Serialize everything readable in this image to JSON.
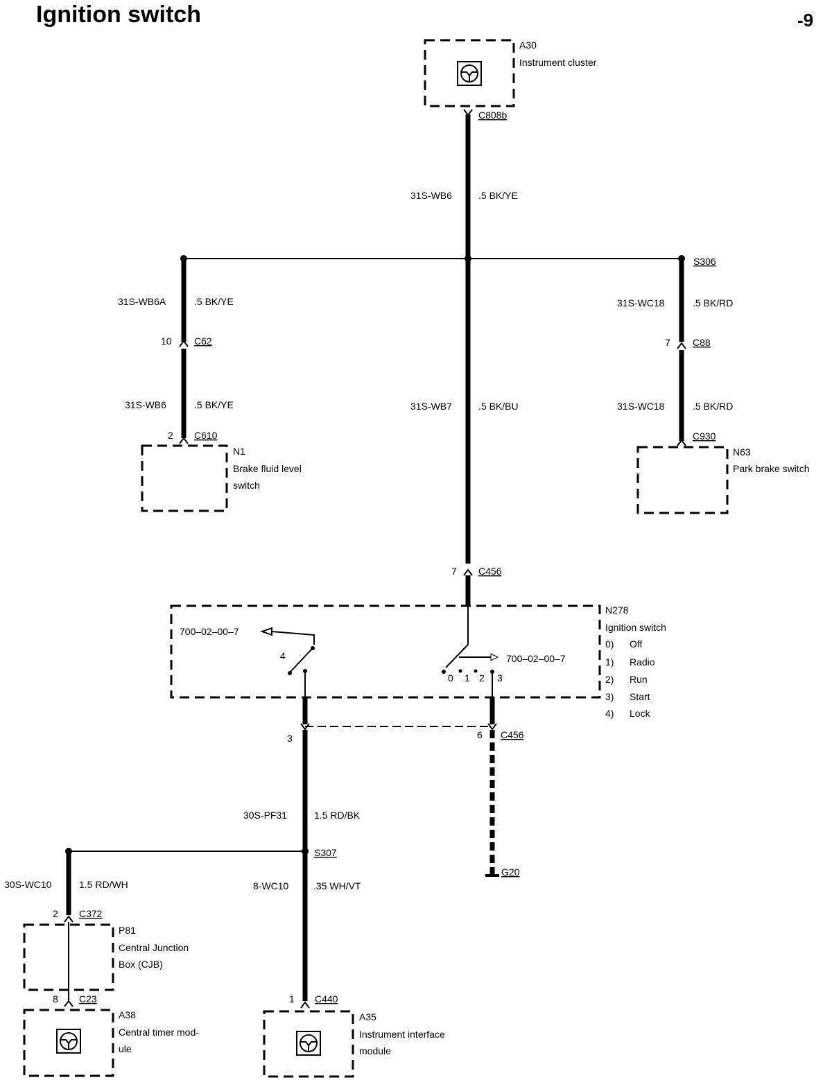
{
  "header": {
    "title": "Ignition switch",
    "page_number": "-9"
  },
  "components": {
    "a30": {
      "id": "A30",
      "name": "Instrument cluster",
      "icon": "steering-wheel-icon"
    },
    "n1": {
      "id": "N1",
      "name_line1": "Brake fluid level",
      "name_line2": "switch"
    },
    "n63": {
      "id": "N63",
      "name": "Park brake switch"
    },
    "n278": {
      "id": "N278",
      "name": "Ignition switch",
      "positions": [
        {
          "num": "0)",
          "label": "Off"
        },
        {
          "num": "1)",
          "label": "Radio"
        },
        {
          "num": "2)",
          "label": "Run"
        },
        {
          "num": "3)",
          "label": "Start"
        },
        {
          "num": "4)",
          "label": "Lock"
        }
      ],
      "ref_left": "700–02–00–7",
      "ref_right": "700–02–00–7",
      "pin_lock": "4",
      "switch_pos_0": "0",
      "switch_pos_1": "1",
      "switch_pos_2": "2",
      "switch_pos_3": "3"
    },
    "p81": {
      "id": "P81",
      "name_line1": "Central Junction",
      "name_line2": "Box (CJB)"
    },
    "a38": {
      "id": "A38",
      "name_line1": "Central timer mod-",
      "name_line2": "ule",
      "icon": "steering-wheel-icon"
    },
    "a35": {
      "id": "A35",
      "name_line1": "Instrument interface",
      "name_line2": "module",
      "icon": "steering-wheel-icon"
    }
  },
  "connectors": {
    "c808b": {
      "name": "C808b"
    },
    "c62": {
      "name": "C62",
      "pin": "10"
    },
    "c610": {
      "name": "C610",
      "pin": "2"
    },
    "c88": {
      "name": "C88",
      "pin": "7"
    },
    "c930": {
      "name": "C930"
    },
    "c456_top": {
      "name": "C456",
      "pin": "7"
    },
    "c456_bottom": {
      "name": "C456",
      "pin": "6"
    },
    "pin_3": "3",
    "c372": {
      "name": "C372",
      "pin": "2"
    },
    "c23": {
      "name": "C23",
      "pin": "8"
    },
    "c440": {
      "name": "C440",
      "pin": "1"
    }
  },
  "splices": {
    "s306": "S306",
    "s307": "S307"
  },
  "ground": {
    "g20": "G20"
  },
  "wires": {
    "w_top": {
      "circuit": "31S-WB6",
      "spec": ".5 BK/YE"
    },
    "w_left_upper": {
      "circuit": "31S-WB6A",
      "spec": ".5 BK/YE"
    },
    "w_left_lower": {
      "circuit": "31S-WB6",
      "spec": ".5 BK/YE"
    },
    "w_center": {
      "circuit": "31S-WB7",
      "spec": ".5 BK/BU"
    },
    "w_right_upper": {
      "circuit": "31S-WC18",
      "spec": ".5 BK/RD"
    },
    "w_right_lower": {
      "circuit": "31S-WC18",
      "spec": ".5 BK/RD"
    },
    "w_pf31": {
      "circuit": "30S-PF31",
      "spec": "1.5 RD/BK"
    },
    "w_wc10_left": {
      "circuit": "30S-WC10",
      "spec": "1.5 RD/WH"
    },
    "w_wc10_right": {
      "circuit": "8-WC10",
      "spec": ".35 WH/VT"
    }
  }
}
